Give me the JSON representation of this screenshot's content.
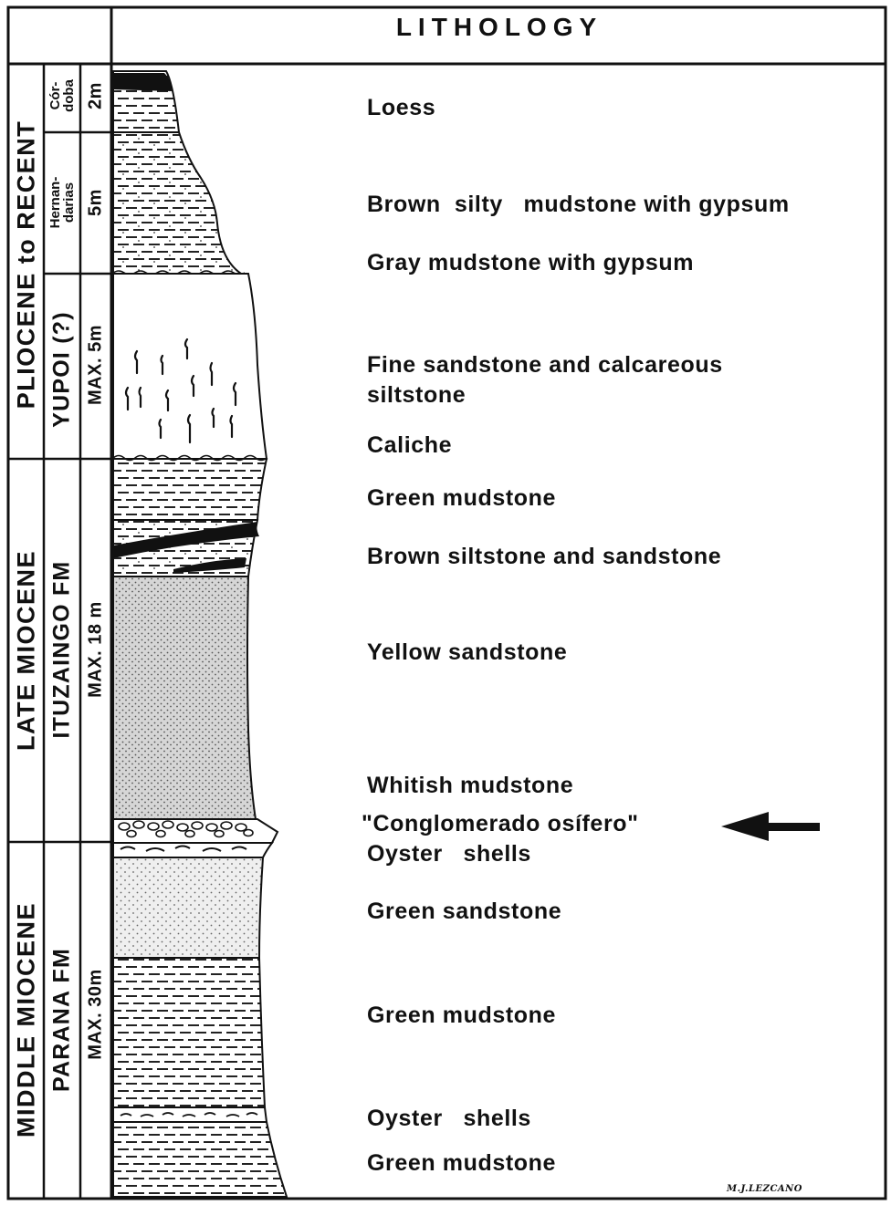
{
  "header": {
    "title": "LITHOLOGY"
  },
  "epochs": [
    {
      "id": "pliocene",
      "label": "PLIOCENE to RECENT"
    },
    {
      "id": "late-miocene",
      "label": "LATE MIOCENE"
    },
    {
      "id": "middle-miocene",
      "label": "MIDDLE MIOCENE"
    }
  ],
  "formations": [
    {
      "id": "cordoba",
      "label_line1": "Cór-",
      "label_line2": "doba"
    },
    {
      "id": "hernandarias",
      "label_line1": "Hernan-",
      "label_line2": "darias"
    },
    {
      "id": "yupoi",
      "label": "YUPOI (?)"
    },
    {
      "id": "ituzaingo",
      "label": "ITUZAINGO FM"
    },
    {
      "id": "parana",
      "label": "PARANA FM"
    }
  ],
  "thicknesses": [
    {
      "id": "cordoba",
      "label": "2m"
    },
    {
      "id": "hernandarias",
      "label": "5m"
    },
    {
      "id": "yupoi",
      "label": "MAX. 5m"
    },
    {
      "id": "ituzaingo",
      "label": "MAX. 18 m"
    },
    {
      "id": "parana",
      "label": "MAX. 30m"
    }
  ],
  "lithology": [
    "Loess",
    "Brown  silty   mudstone with gypsum",
    "Gray mudstone with gypsum",
    "Fine sandstone and calcareous",
    "siltstone",
    "Caliche",
    "Green mudstone",
    "Brown siltstone and sandstone",
    "Yellow sandstone",
    "Whitish mudstone",
    "\"Conglomerado osífero\"",
    "Oyster   shells",
    "Green sandstone",
    "Green mudstone",
    "Oyster   shells",
    "Green mudstone"
  ],
  "signature": "M.J.LEZCANO",
  "colors": {
    "ink": "#111111",
    "paper": "#ffffff",
    "sand": "#d9d9d9"
  }
}
